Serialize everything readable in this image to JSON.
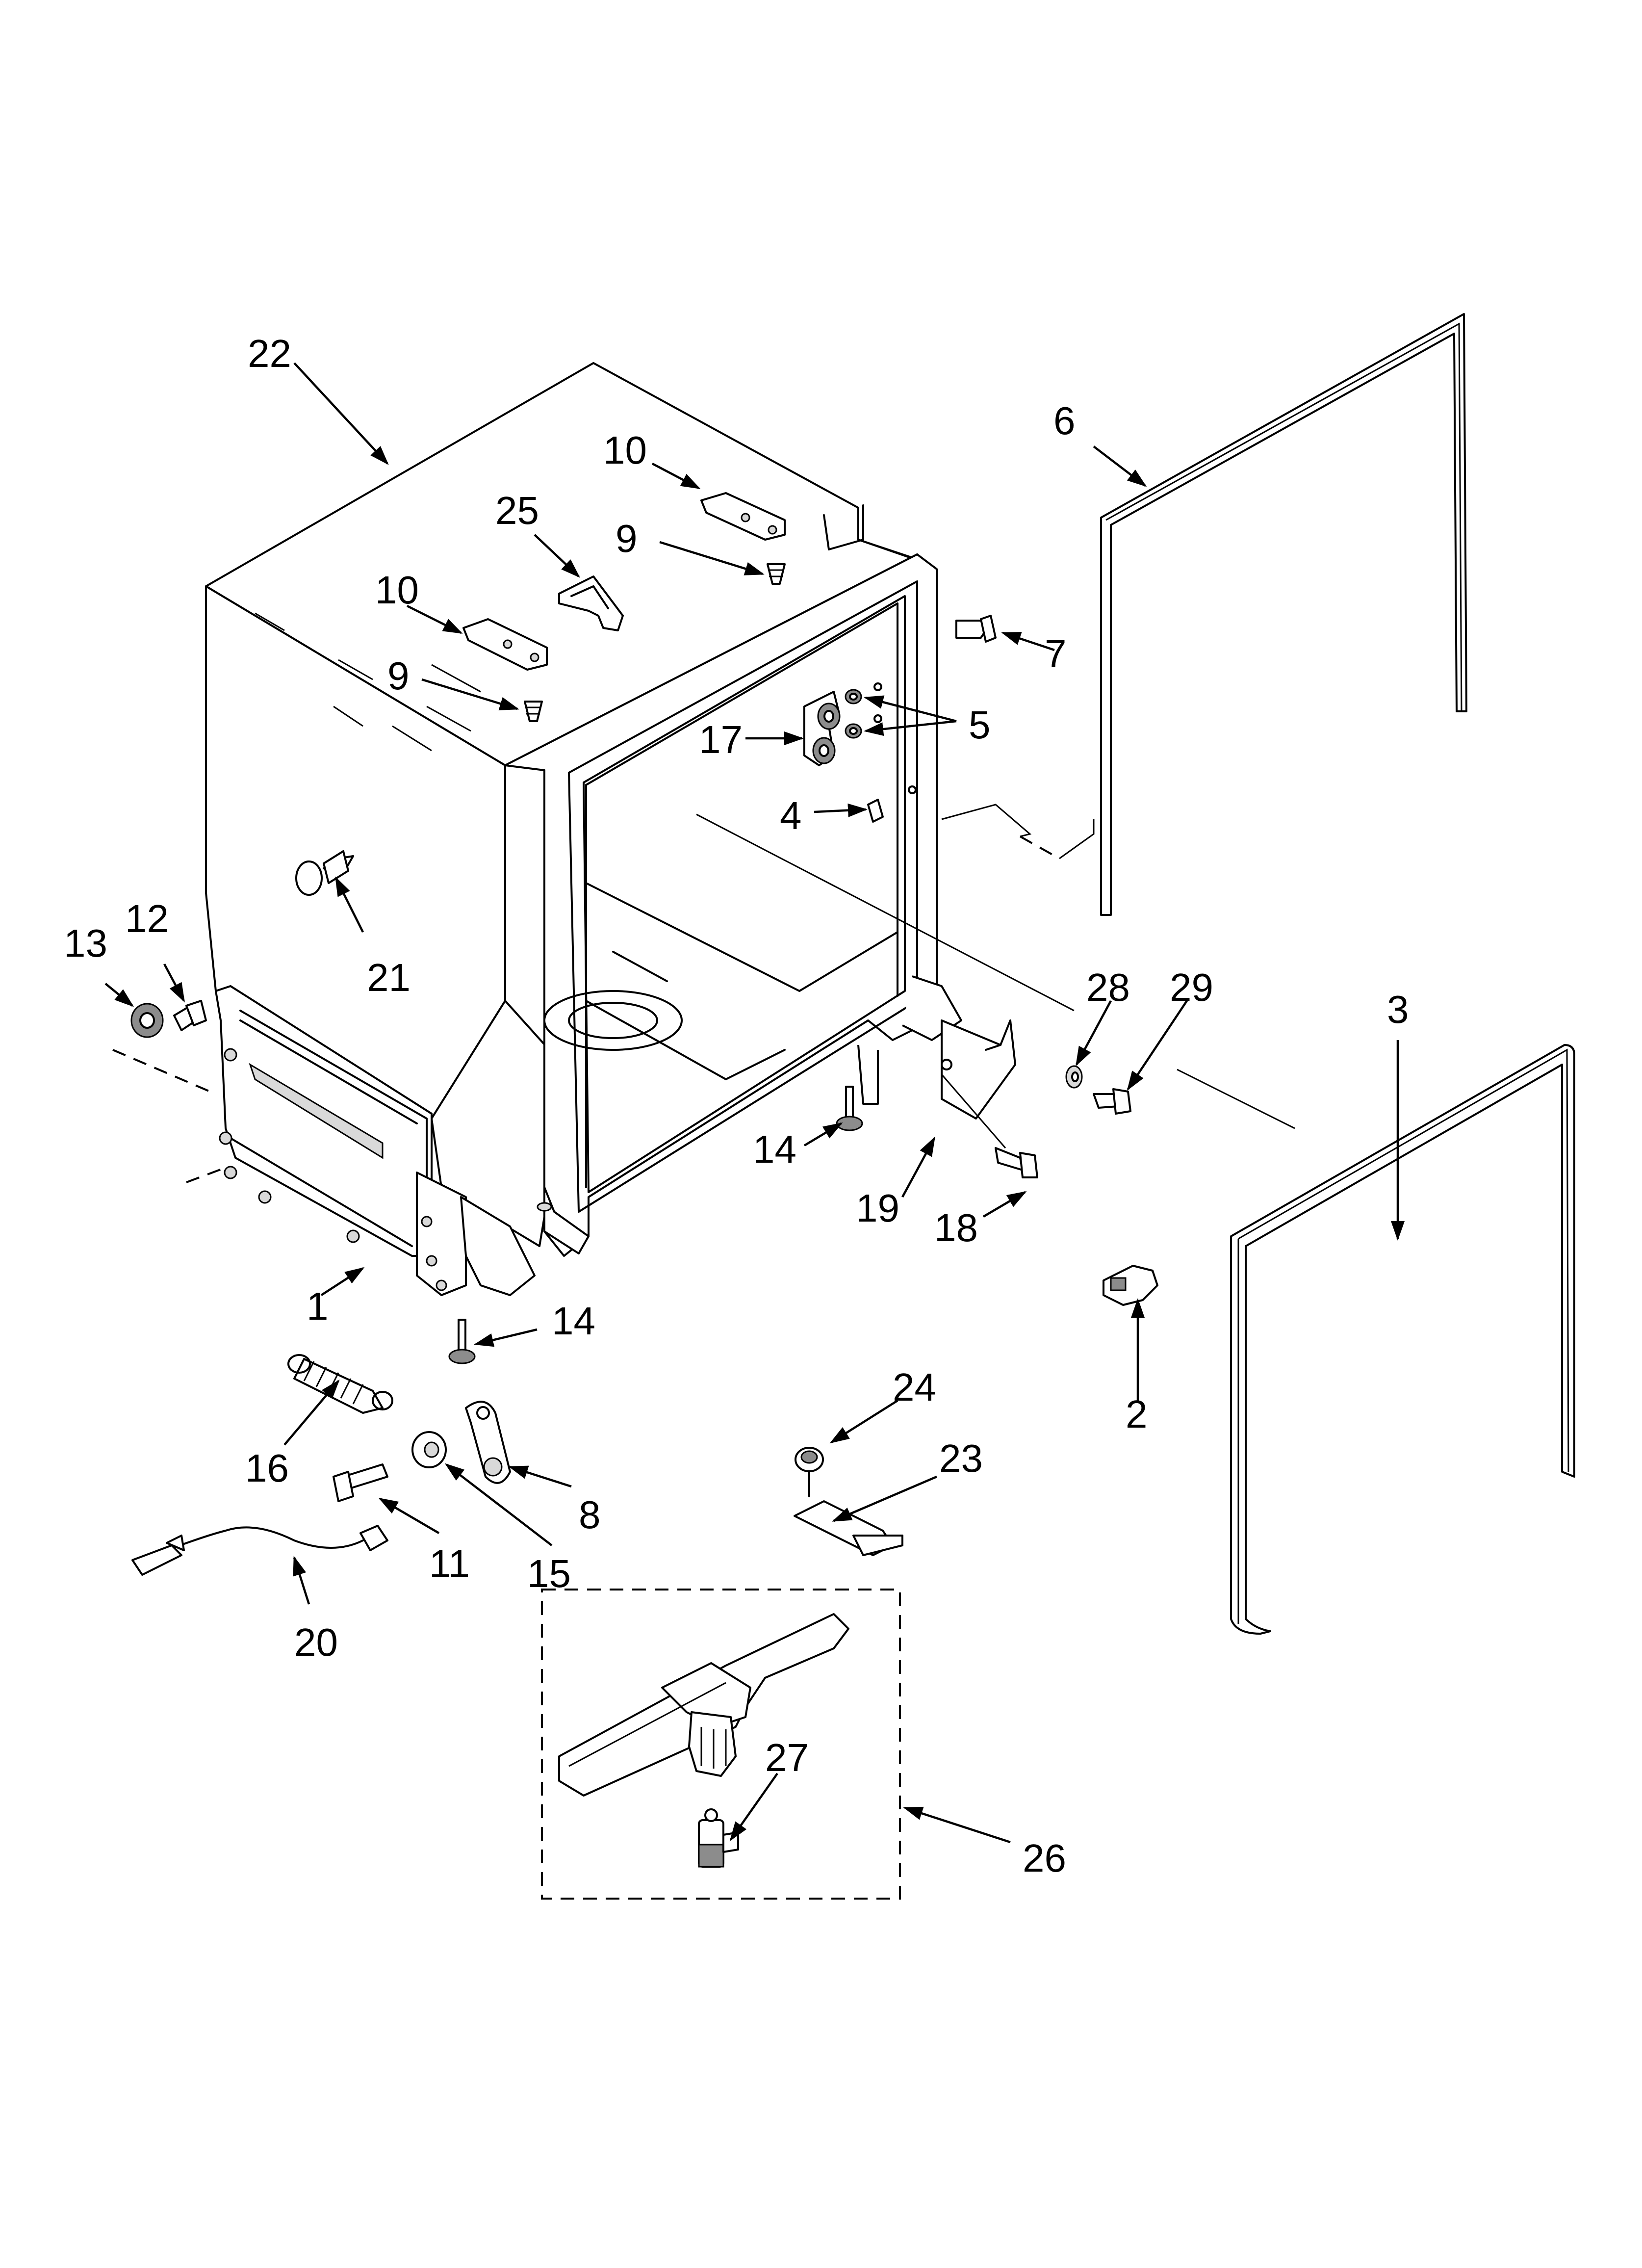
{
  "callouts": [
    {
      "id": "c22",
      "label": "22"
    },
    {
      "id": "c10a",
      "label": "10"
    },
    {
      "id": "c25",
      "label": "25"
    },
    {
      "id": "c9a",
      "label": "9"
    },
    {
      "id": "c10b",
      "label": "10"
    },
    {
      "id": "c9b",
      "label": "9"
    },
    {
      "id": "c6",
      "label": "6"
    },
    {
      "id": "c7",
      "label": "7"
    },
    {
      "id": "c5",
      "label": "5"
    },
    {
      "id": "c17",
      "label": "17"
    },
    {
      "id": "c4",
      "label": "4"
    },
    {
      "id": "c21",
      "label": "21"
    },
    {
      "id": "c13",
      "label": "13"
    },
    {
      "id": "c12",
      "label": "12"
    },
    {
      "id": "c28",
      "label": "28"
    },
    {
      "id": "c29",
      "label": "29"
    },
    {
      "id": "c3",
      "label": "3"
    },
    {
      "id": "c14a",
      "label": "14"
    },
    {
      "id": "c19",
      "label": "19"
    },
    {
      "id": "c18",
      "label": "18"
    },
    {
      "id": "c1",
      "label": "1"
    },
    {
      "id": "c14b",
      "label": "14"
    },
    {
      "id": "c2",
      "label": "2"
    },
    {
      "id": "c24",
      "label": "24"
    },
    {
      "id": "c23",
      "label": "23"
    },
    {
      "id": "c16",
      "label": "16"
    },
    {
      "id": "c8",
      "label": "8"
    },
    {
      "id": "c11",
      "label": "11"
    },
    {
      "id": "c15",
      "label": "15"
    },
    {
      "id": "c20",
      "label": "20"
    },
    {
      "id": "c27",
      "label": "27"
    },
    {
      "id": "c26",
      "label": "26"
    }
  ]
}
